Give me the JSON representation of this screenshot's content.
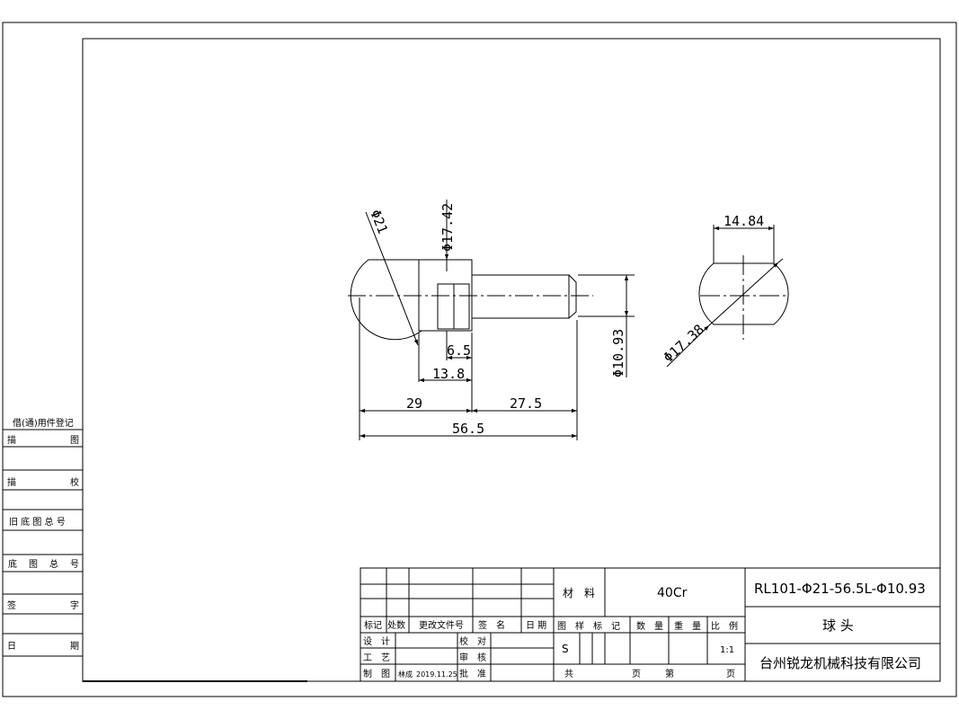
{
  "side_panel": {
    "borrowed_register": "借(通)用件登记",
    "trace": [
      "描",
      "图"
    ],
    "trace_check": [
      "描",
      "校"
    ],
    "old_base_no": "旧 底 图 总 号",
    "base_no": [
      "底",
      "图",
      "总",
      "号"
    ],
    "signature": [
      "签",
      "字"
    ],
    "date": [
      "日",
      "期"
    ]
  },
  "dimensions": {
    "sphere_dia": "Φ21",
    "shoulder_dia": "Φ17.42",
    "shaft_dia": "Φ10.93",
    "flat_width": "14.84",
    "end_dia": "Φ17.38",
    "d6_5": "6.5",
    "d13_8": "13.8",
    "d29": "29",
    "d27_5": "27.5",
    "d56_5": "56.5"
  },
  "title_block": {
    "rev_mark": "标记",
    "rev_count": "处数",
    "rev_doc": "更改文件号",
    "rev_sign": "签　名",
    "rev_date": "日 期",
    "design": "设　计",
    "process": "工　艺",
    "drawn": "制　图",
    "drawn_by": "林成",
    "drawn_date": "2019.11.25",
    "proofread": "校　对",
    "review": "审　核",
    "approve": "批　准",
    "material_label": "材　料",
    "material": "40Cr",
    "part_no": "RL101-Φ21-56.5L-Φ10.93",
    "part_name": "球 头",
    "company": "台州锐龙机械科技有限公司",
    "stage_label": "图　样　标　记",
    "qty_label": "数　量",
    "weight_label": "重　量",
    "scale_label": "比　例",
    "stage": "S",
    "scale": "1:1",
    "total": "共",
    "sheets": "页",
    "sheet_no": "第",
    "page": "页"
  }
}
